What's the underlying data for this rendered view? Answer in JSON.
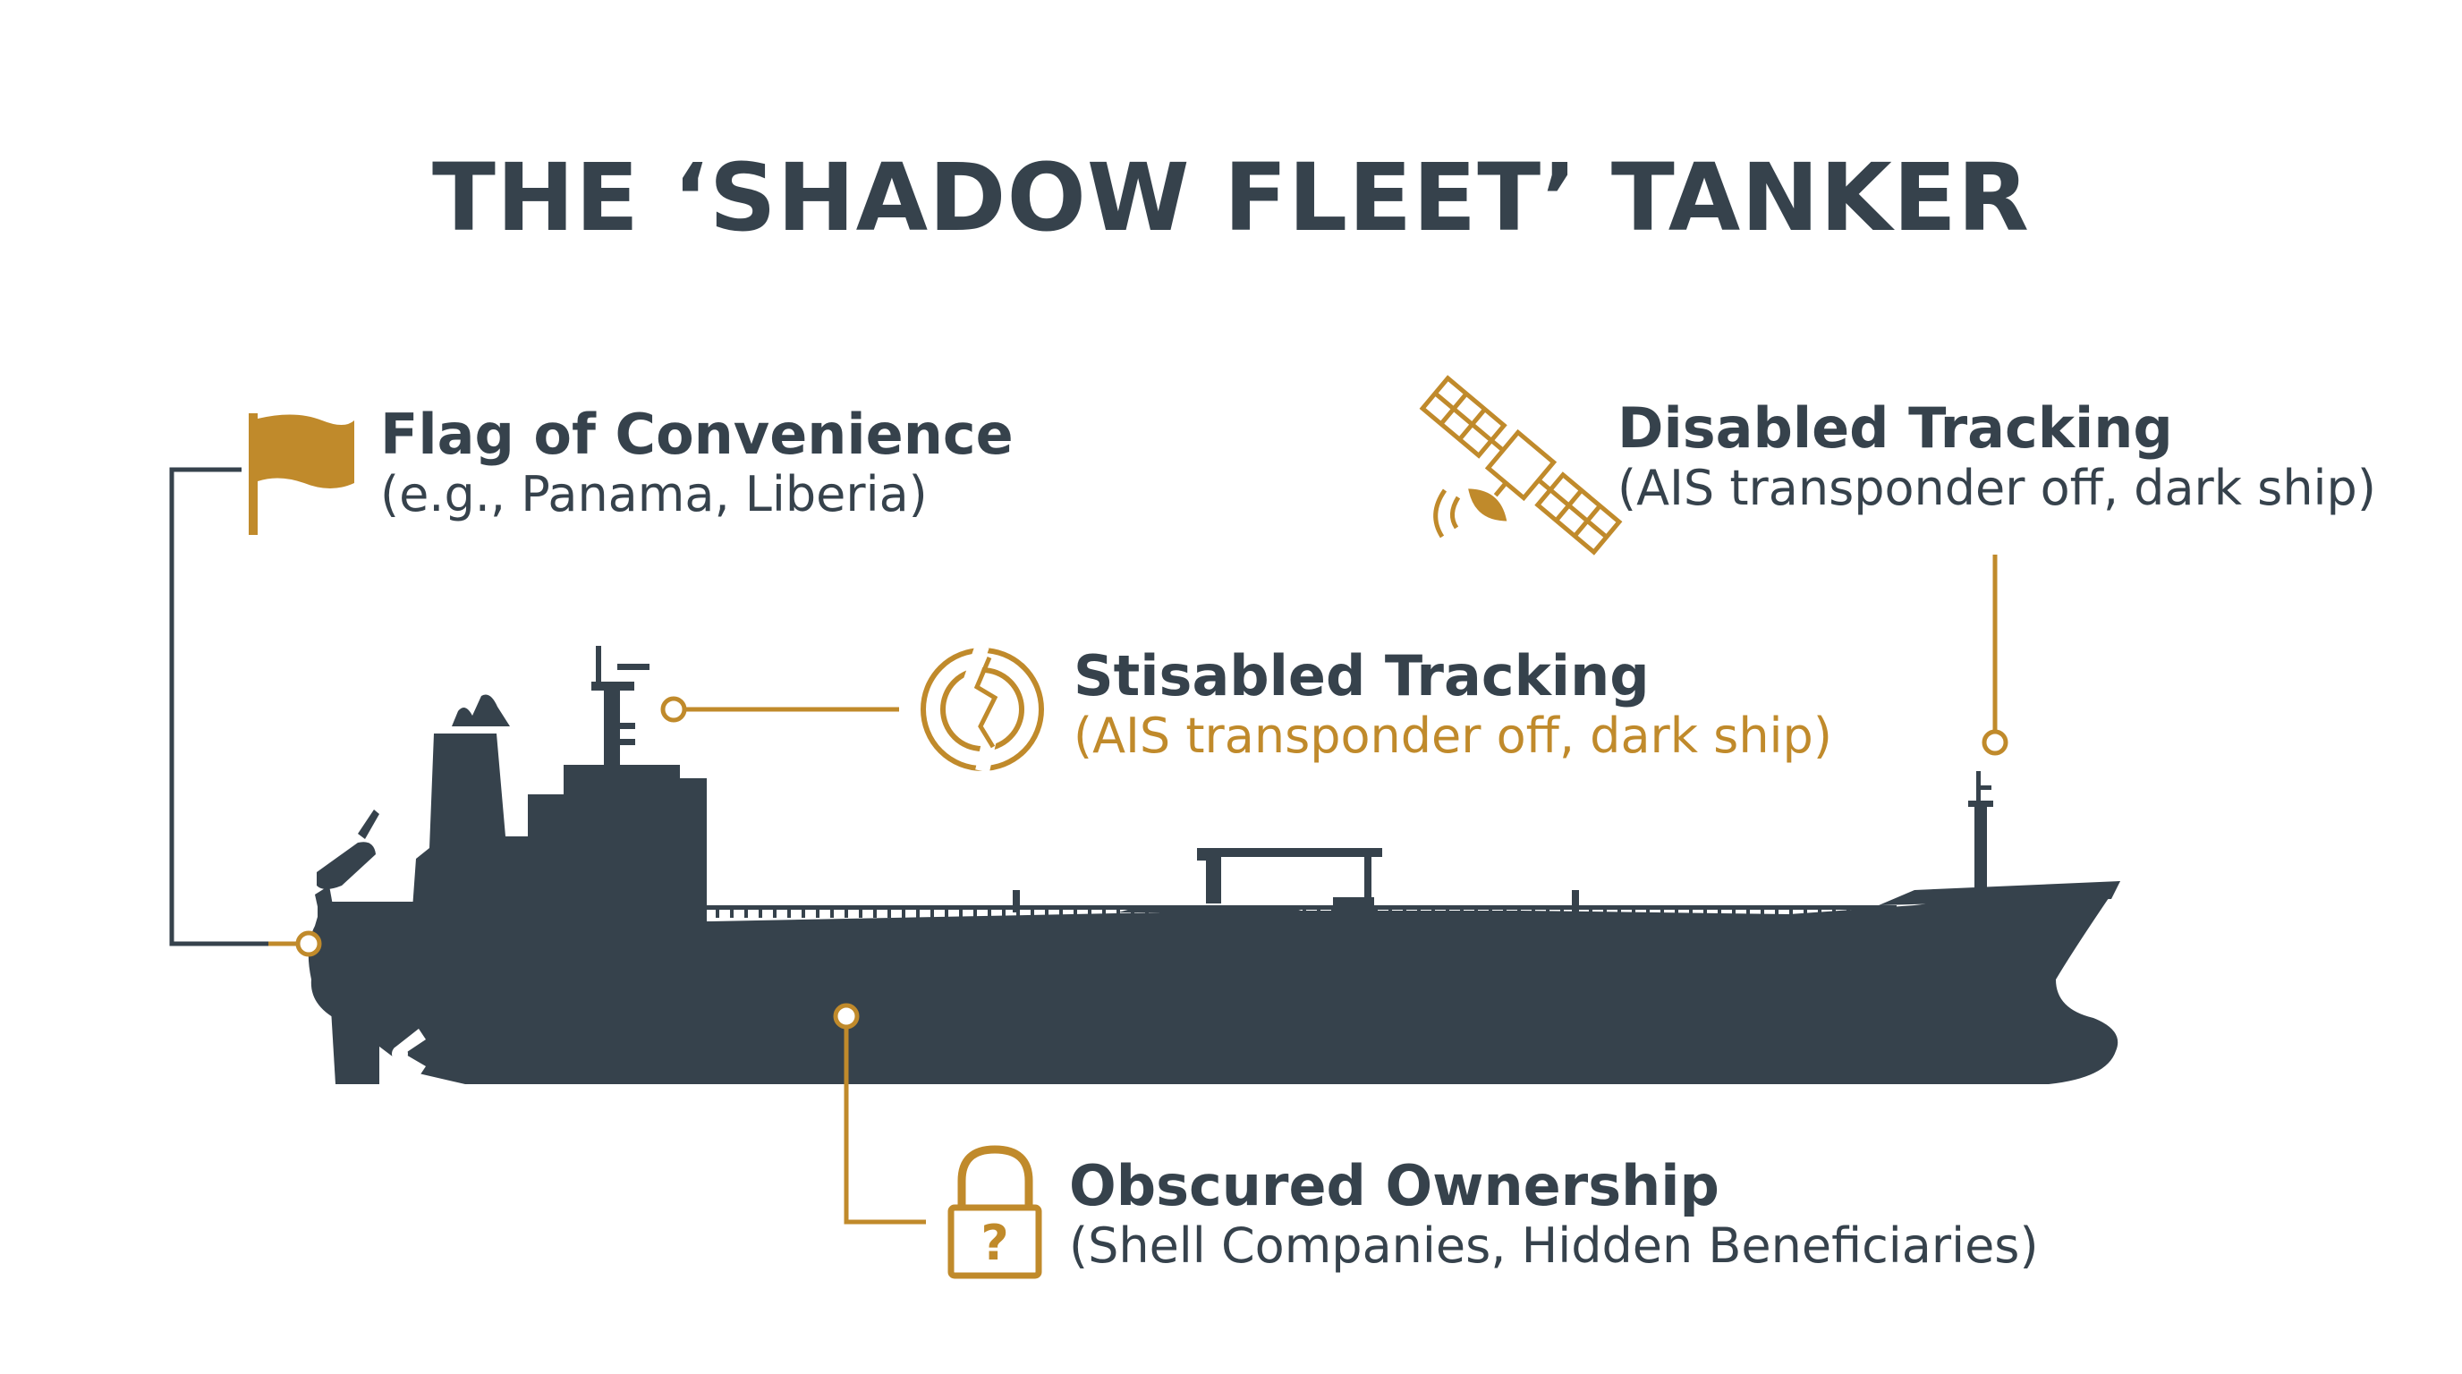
{
  "title": "THE ‘SHADOW FLEET’ TANKER",
  "callouts": {
    "flag": {
      "heading": "Flag of Convenience",
      "detail": "(e.g., Panama, Liberia)",
      "icon": "flag-icon"
    },
    "tracking": {
      "heading": "Disabled Tracking",
      "detail": "(AIS transponder off, dark ship)",
      "icon": "satellite-icon"
    },
    "tracking_duplicate": {
      "heading": "Stisabled Tracking",
      "detail": "(AIS transponder off, dark ship)",
      "icon": "broken-circle-icon"
    },
    "ownership": {
      "heading": "Obscured Ownership",
      "detail": "(Shell Companies, Hidden Beneficiaries)",
      "icon": "padlock-question-icon"
    }
  },
  "colors": {
    "ship": "#36424c",
    "text": "#36424c",
    "accent": "#c08a2b",
    "background": "#ffffff"
  },
  "icons": {
    "padlock_symbol": "?"
  }
}
